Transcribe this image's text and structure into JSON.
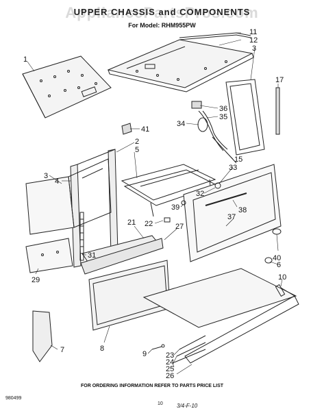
{
  "header": {
    "title": "UPPER CHASSIS and COMPONENTS",
    "watermark": "AppliancePartsPros.com",
    "model_line": "For Model: RHM955PW"
  },
  "callouts": [
    "1",
    "11",
    "12",
    "3",
    "17",
    "36",
    "35",
    "34",
    "41",
    "2",
    "5",
    "15",
    "33",
    "3",
    "4",
    "32",
    "38",
    "39",
    "22",
    "37",
    "21",
    "27",
    "40",
    "6",
    "31",
    "29",
    "10",
    "8",
    "9",
    "23",
    "24",
    "25",
    "26",
    "7"
  ],
  "footer": {
    "ordering_note": "FOR ORDERING INFORMATION REFER TO PARTS PRICE LIST",
    "doc_number": "980499",
    "page_number": "10",
    "handwritten_note": "3/4-F-10"
  }
}
